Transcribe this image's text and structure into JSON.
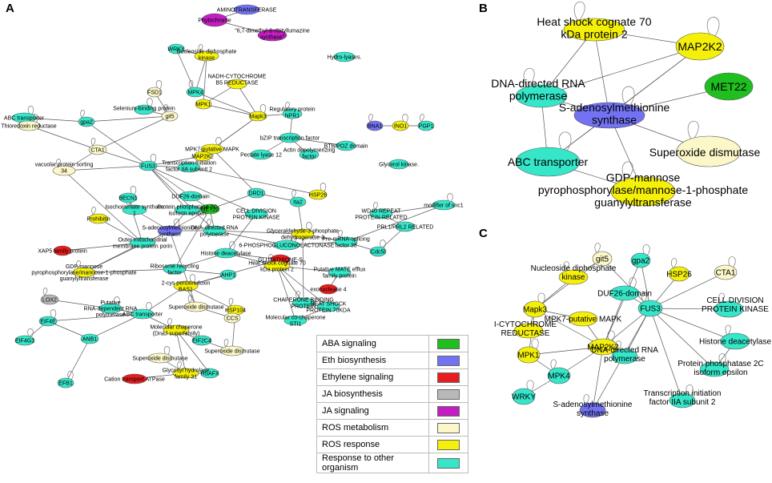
{
  "colors": {
    "aba_signaling": "#1fbf1f",
    "eth_biosynthesis": "#7272f2",
    "ethylene_signaling": "#e81e1e",
    "ja_biosynthesis": "#b8b8b8",
    "ja_signaling": "#c21ec2",
    "ros_metabolism": "#fbf7c8",
    "ros_response": "#f5f00a",
    "response_other": "#35e6c9"
  },
  "panels": {
    "a": "A",
    "b": "B",
    "c": "C"
  },
  "legend": [
    {
      "label": "ABA signaling",
      "color": "#1fbf1f"
    },
    {
      "label": "Eth biosynthesis",
      "color": "#7272f2"
    },
    {
      "label": "Ethylene signaling",
      "color": "#e81e1e"
    },
    {
      "label": "JA biosynthesis",
      "color": "#b8b8b8"
    },
    {
      "label": "JA signaling",
      "color": "#c21ec2"
    },
    {
      "label": "ROS metabolism",
      "color": "#fbf7c8"
    },
    {
      "label": "ROS response",
      "color": "#f5f00a"
    },
    {
      "label": "Response to other organism",
      "color": "#35e6c9"
    }
  ],
  "network_a": {
    "nodes": [
      {
        "label": "AMINOTRANSFERASE",
        "cat": "eth_biosynthesis"
      },
      {
        "label": "Phytochrome",
        "cat": "ja_signaling"
      },
      {
        "label": "\"6,7-dimethyl-8-ribityllumazine synthase\"",
        "cat": "ja_signaling"
      },
      {
        "label": "WRKY",
        "cat": "response_other"
      },
      {
        "label": "Nucleoside diphosphate kinase",
        "cat": "ros_response"
      },
      {
        "label": "Hydro-lyases.",
        "cat": "response_other"
      },
      {
        "label": "NADH-CYTOCHROME B5 REDUCTASE",
        "cat": "ros_response"
      },
      {
        "label": "FSD1",
        "cat": "ros_metabolism"
      },
      {
        "label": "MPK4",
        "cat": "response_other"
      },
      {
        "label": "MPK1",
        "cat": "ros_response"
      },
      {
        "label": "Selenium-binding protein",
        "cat": "response_other"
      },
      {
        "label": "git5",
        "cat": "ros_metabolism"
      },
      {
        "label": "Mapk3",
        "cat": "ros_response"
      },
      {
        "label": "Regulatory protein NPR1",
        "cat": "response_other"
      },
      {
        "label": "ABC transporter",
        "cat": "response_other"
      },
      {
        "label": "gpa2",
        "cat": "response_other"
      },
      {
        "label": "Thioredoxin reductase",
        "cat": "ros_metabolism"
      },
      {
        "label": "BNA1",
        "cat": "eth_biosynthesis"
      },
      {
        "label": "INO1",
        "cat": "ros_response"
      },
      {
        "label": "PGP1",
        "cat": "response_other"
      },
      {
        "label": "bZIP transcription factor",
        "cat": "response_other"
      },
      {
        "label": "BTB/POZ domain",
        "cat": "response_other"
      },
      {
        "label": "MPK7-putative MAPK",
        "cat": "ros_response"
      },
      {
        "label": "MAP2K2",
        "cat": "ros_response"
      },
      {
        "label": "CTA1",
        "cat": "ros_metabolism"
      },
      {
        "label": "Pectate lyase 12",
        "cat": "response_other"
      },
      {
        "label": "Actin depolymerizing factor",
        "cat": "response_other"
      },
      {
        "label": "Glycerol kinase.",
        "cat": "response_other"
      },
      {
        "label": "FUS3",
        "cat": "response_other"
      },
      {
        "label": "Transcription initiation factor IIA subunit 2",
        "cat": "response_other"
      },
      {
        "label": "vacuolar protein sorting 34",
        "cat": "ros_metabolism"
      },
      {
        "label": "HSP26",
        "cat": "ros_response"
      },
      {
        "label": "DUF26-domain",
        "cat": "response_other"
      },
      {
        "label": "DRD1",
        "cat": "response_other"
      },
      {
        "label": "Ita2",
        "cat": "response_other"
      },
      {
        "label": "BECN1",
        "cat": "response_other"
      },
      {
        "label": "Isochorismate synthase 1",
        "cat": "response_other"
      },
      {
        "label": "Protein phosphatase 2C isoform epsilon",
        "cat": "response_other"
      },
      {
        "label": "MET22",
        "cat": "aba_signaling"
      },
      {
        "label": "CELL DIVISION PROTEIN KINASE",
        "cat": "response_other"
      },
      {
        "label": "modifier of snc1",
        "cat": "response_other"
      },
      {
        "label": "Prohibitin",
        "cat": "ros_response"
      },
      {
        "label": "S-adenosylmethionine synthase",
        "cat": "eth_biosynthesis"
      },
      {
        "label": "DNA-directed RNA polymerase",
        "cat": "response_other"
      },
      {
        "label": "Glyceraldehyde-3-phosphate dehydrogenase 3",
        "cat": "ros_response"
      },
      {
        "label": "WD40 REPEAT PROTEIN-RELATED",
        "cat": "response_other"
      },
      {
        "label": "PRL1/PRL2 RELATED",
        "cat": "response_other"
      },
      {
        "label": "Outer mitochondrial membrane protein porin",
        "cat": "response_other"
      },
      {
        "label": "6-PHOSPHOGLUCONOLACTONASE",
        "cat": "response_other"
      },
      {
        "label": "Pre-mRNA-splicing factor 38",
        "cat": "response_other"
      },
      {
        "label": "XAP5 family protein",
        "cat": "ethylene_signaling"
      },
      {
        "label": "Cdc5l",
        "cat": "response_other"
      },
      {
        "label": "GDP-mannose pyrophosphorylase/mannose-1-phosphate guanylyltransferase",
        "cat": "ros_response"
      },
      {
        "label": "Ribosome recycling factor",
        "cat": "response_other"
      },
      {
        "label": "Histone deacetylase",
        "cat": "response_other"
      },
      {
        "label": "GLUTATHIONE-S",
        "cat": "ethylene_signaling"
      },
      {
        "label": "Heat shock cognate 70 kDa protein 2",
        "cat": "ros_response"
      },
      {
        "label": "Putative MATE efflux family protein",
        "cat": "response_other"
      },
      {
        "label": "AHP1",
        "cat": "response_other"
      },
      {
        "label": "2-cys peroxiredoxin BAS1",
        "cat": "ros_response"
      },
      {
        "label": "exonuclease 4",
        "cat": "ethylene_signaling"
      },
      {
        "label": "LOX2",
        "cat": "ja_biosynthesis"
      },
      {
        "label": "Putative RNA-dependent RNA polymerase",
        "cat": "response_other"
      },
      {
        "label": "Superoxide dismutase",
        "cat": "ros_metabolism"
      },
      {
        "label": "ABC transporter",
        "cat": "response_other"
      },
      {
        "label": "HSP104",
        "cat": "ros_response"
      },
      {
        "label": "CCS",
        "cat": "ros_metabolism"
      },
      {
        "label": "CHAPERONE BINDING PROTEIN",
        "cat": "response_other"
      },
      {
        "label": "HEAT SHOCK PROTEIN 70KDA",
        "cat": "response_other"
      },
      {
        "label": "Molecular co-chaperone STI1",
        "cat": "response_other"
      },
      {
        "label": "EIF4E",
        "cat": "response_other"
      },
      {
        "label": "Molecular chaperone (DnaJ superfamily)",
        "cat": "ros_response"
      },
      {
        "label": "ANB1",
        "cat": "response_other"
      },
      {
        "label": "EIF2C4",
        "cat": "response_other"
      },
      {
        "label": "EIF4G1",
        "cat": "response_other"
      },
      {
        "label": "Superoxide dismutase",
        "cat": "ros_metabolism"
      },
      {
        "label": "Superoxide dismutase",
        "cat": "ros_metabolism"
      },
      {
        "label": "Glycosyl hydrolase family 31",
        "cat": "ros_response"
      },
      {
        "label": "HSAFX",
        "cat": "response_other"
      },
      {
        "label": "EFB1",
        "cat": "response_other"
      },
      {
        "label": "Cation transport ATPase",
        "cat": "ethylene_signaling"
      }
    ]
  },
  "network_b": {
    "nodes": [
      {
        "label": "Heat shock cognate 70 kDa protein 2",
        "cat": "ros_response"
      },
      {
        "label": "MAP2K2",
        "cat": "ros_response"
      },
      {
        "label": "DNA-directed RNA polymerase",
        "cat": "response_other"
      },
      {
        "label": "MET22",
        "cat": "aba_signaling"
      },
      {
        "label": "S-adenosylmethionine synthase",
        "cat": "eth_biosynthesis"
      },
      {
        "label": "Superoxide dismutase",
        "cat": "ros_metabolism"
      },
      {
        "label": "ABC transporter",
        "cat": "response_other"
      },
      {
        "label": "GDP-mannose pyrophosphorylase/mannose-1-phosphate guanylyltransferase",
        "cat": "ros_response"
      }
    ]
  },
  "network_c": {
    "nodes": [
      {
        "label": "git5",
        "cat": "ros_metabolism"
      },
      {
        "label": "gpa2",
        "cat": "response_other"
      },
      {
        "label": "HSP26",
        "cat": "ros_response"
      },
      {
        "label": "CTA1",
        "cat": "ros_metabolism"
      },
      {
        "label": "Nucleoside diphosphate kinase",
        "cat": "ros_response"
      },
      {
        "label": "DUF26-domain",
        "cat": "response_other"
      },
      {
        "label": "FUS3",
        "cat": "response_other"
      },
      {
        "label": "Mapk3",
        "cat": "ros_response"
      },
      {
        "label": "MPK7-putative MAPK",
        "cat": "ros_response"
      },
      {
        "label": "CELL DIVISION PROTEIN KINASE",
        "cat": "response_other"
      },
      {
        "label": "I-CYTOCHROME REDUCTASE",
        "cat": "ros_response"
      },
      {
        "label": "MAP2K2",
        "cat": "ros_response"
      },
      {
        "label": "Histone deacetylase",
        "cat": "response_other"
      },
      {
        "label": "MPK1",
        "cat": "ros_response"
      },
      {
        "label": "DNA-directed RNA polymerase",
        "cat": "response_other"
      },
      {
        "label": "Protein phosphatase 2C isoform epsilon",
        "cat": "response_other"
      },
      {
        "label": "MPK4",
        "cat": "response_other"
      },
      {
        "label": "WRKY",
        "cat": "response_other"
      },
      {
        "label": "S-adenosylmethionine synthase",
        "cat": "eth_biosynthesis"
      },
      {
        "label": "Transcription initiation factor IIA subunit 2",
        "cat": "response_other"
      }
    ]
  }
}
